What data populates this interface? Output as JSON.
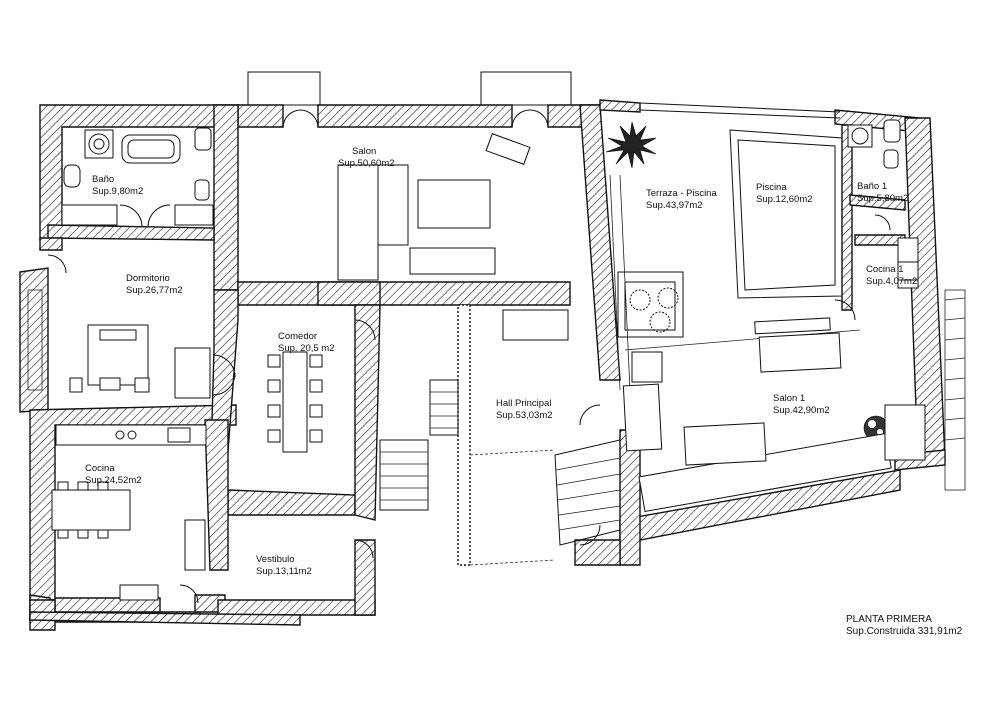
{
  "rooms": [
    {
      "id": "bano",
      "name": "Baño",
      "area": "Sup.9,80m2"
    },
    {
      "id": "dormitorio",
      "name": "Dormitorio",
      "area": "Sup.26,77m2"
    },
    {
      "id": "cocina",
      "name": "Cocina",
      "area": "Sup.24,52m2"
    },
    {
      "id": "salon",
      "name": "Salon",
      "area": "Sup.50,60m2"
    },
    {
      "id": "comedor",
      "name": "Comedor",
      "area": "Sup. 20,5 m2"
    },
    {
      "id": "vestibulo",
      "name": "Vestibulo",
      "area": "Sup.13,11m2"
    },
    {
      "id": "hall",
      "name": "Hall Principal",
      "area": "Sup.53,03m2"
    },
    {
      "id": "terraza",
      "name": "Terraza - Piscina",
      "area": "Sup.43,97m2"
    },
    {
      "id": "piscina",
      "name": "Piscina",
      "area": "Sup.12,60m2"
    },
    {
      "id": "bano1",
      "name": "Baño 1",
      "area": "Sup.5,80m2"
    },
    {
      "id": "cocina1",
      "name": "Cocina 1",
      "area": "Sup.4,07m2"
    },
    {
      "id": "salon1",
      "name": "Salon 1",
      "area": "Sup.42,90m2"
    }
  ],
  "legend": {
    "title": "PLANTA PRIMERA",
    "total": "Sup.Construida 331,91m2"
  }
}
